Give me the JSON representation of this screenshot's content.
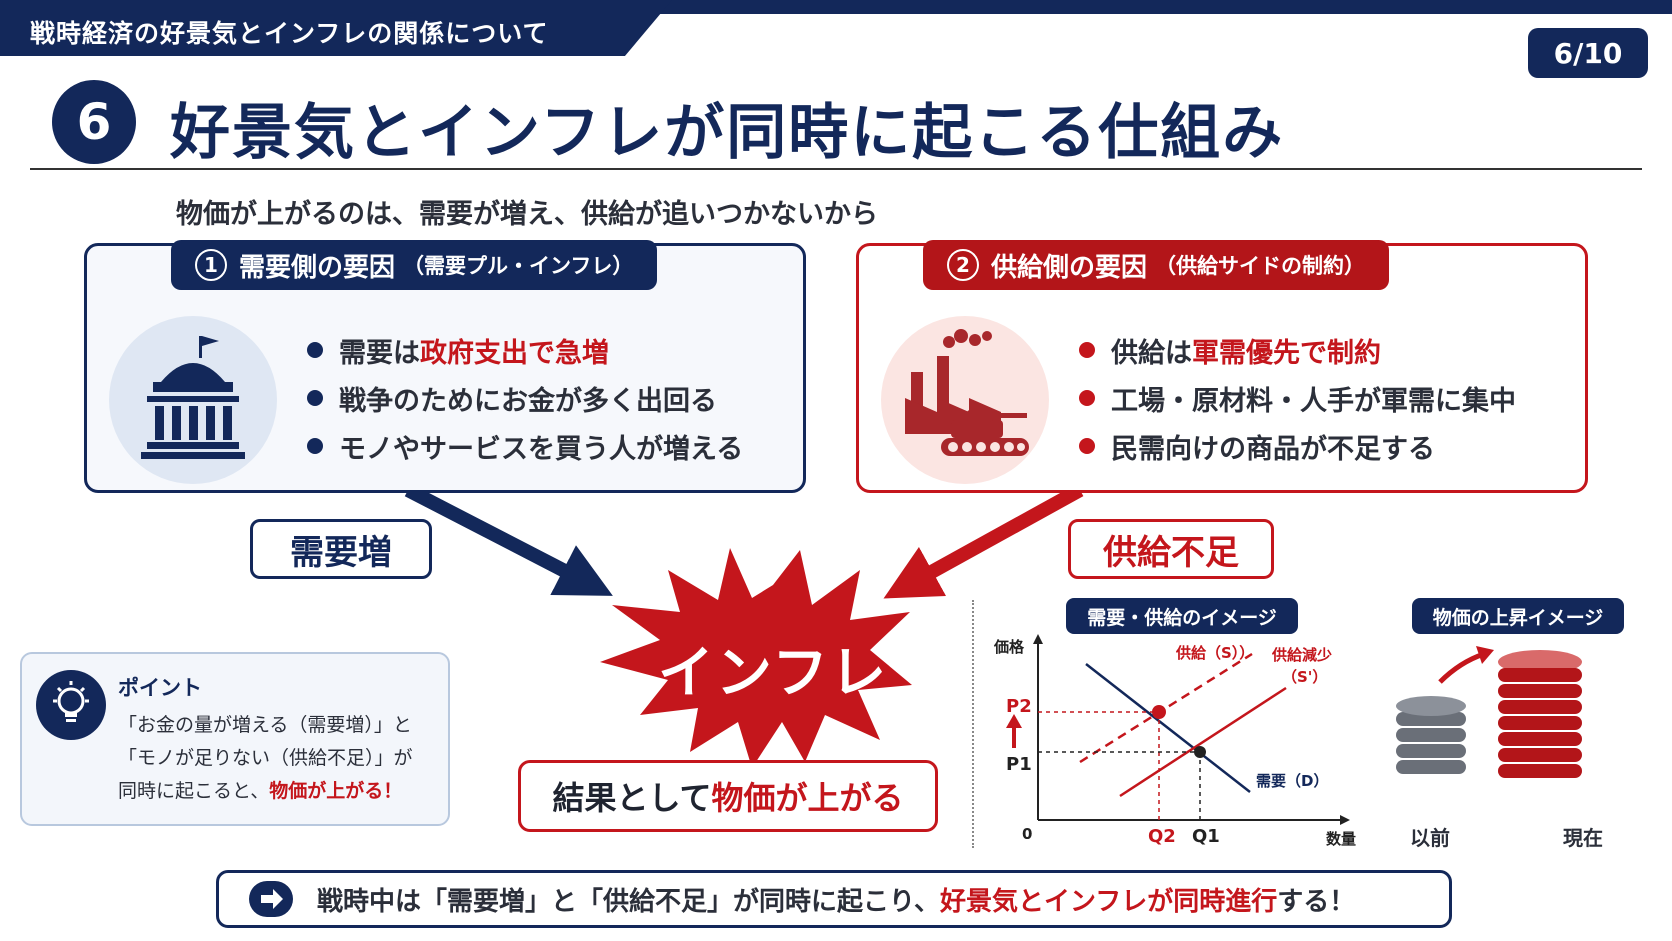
{
  "header": {
    "title": "戦時経済の好景気とインフレの関係について",
    "page": "6/10"
  },
  "section": {
    "number": "6",
    "title": "好景気とインフレが同時に起こる仕組み",
    "subtitle": "物価が上がるのは、需要が増え、供給が追いつかないから"
  },
  "demand_panel": {
    "num": "1",
    "title": "需要側の要因",
    "title_small": "（需要プル・インフレ）",
    "icon": "government-building-icon",
    "bullets": [
      {
        "pre": "需要は",
        "hl": "政府支出で急増",
        "post": ""
      },
      {
        "pre": "戦争のためにお金が多く出回る",
        "hl": "",
        "post": ""
      },
      {
        "pre": "モノやサービスを買う人が増える",
        "hl": "",
        "post": ""
      }
    ]
  },
  "supply_panel": {
    "num": "2",
    "title": "供給側の要因",
    "title_small": "（供給サイドの制約）",
    "icon": "factory-tank-icon",
    "bullets": [
      {
        "pre": "供給は",
        "hl": "軍需優先で制約",
        "post": ""
      },
      {
        "pre": "工場・原材料・人手が軍需に集中",
        "hl": "",
        "post": ""
      },
      {
        "pre": "民需向けの商品が不足する",
        "hl": "",
        "post": ""
      }
    ]
  },
  "labels": {
    "demand_up": "需要増",
    "supply_short": "供給不足",
    "inflation": "インフレ"
  },
  "result": {
    "pre": "結果として",
    "hl": "物価が上がる"
  },
  "point": {
    "title": "ポイント",
    "line1": "「お金の量が増える（需要増）」と",
    "line2": "「モノが足りない（供給不足）」が",
    "line3_pre": "同時に起こると、",
    "line3_hl": "物価が上がる！",
    "icon": "lightbulb-icon"
  },
  "sd_chart": {
    "tag": "需要・供給のイメージ",
    "y_label": "価格",
    "x_label": "数量",
    "origin": "0",
    "p2": "P2",
    "p1": "P1",
    "q2": "Q2",
    "q1": "Q1",
    "supply_s": "供給（S））",
    "supply_shift_1": "供給減少",
    "supply_shift_2": "（S'）",
    "demand": "需要（D）"
  },
  "price_image": {
    "tag": "物価の上昇イメージ",
    "before": "以前",
    "now": "現在"
  },
  "bottom": {
    "pre": "戦時中は「需要増」と「供給不足」が同時に起こり、",
    "hl": "好景気とインフレが同時進行",
    "post": "する！"
  },
  "colors": {
    "navy": "#13285a",
    "red": "#c4161c"
  }
}
